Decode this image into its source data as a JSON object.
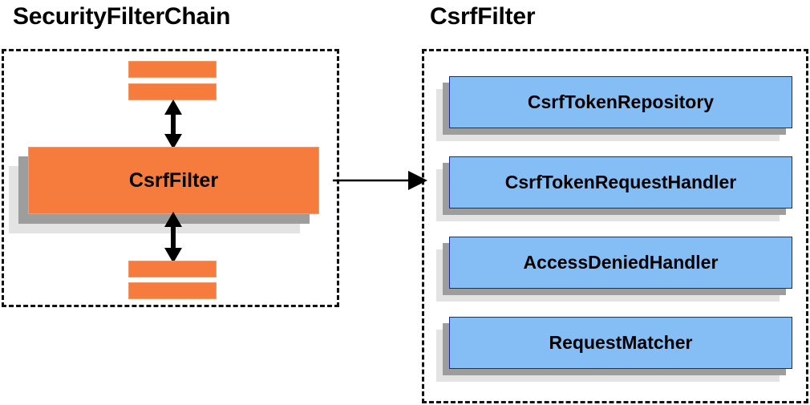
{
  "diagram": {
    "title_left": "SecurityFilterChain",
    "title_right": "CsrfFilter",
    "colors": {
      "orange_fill": "#f57c3c",
      "orange_border": "#e8a07a",
      "blue_fill": "#85bdf5",
      "blue_border": "#17279c",
      "shadow_near": "#9d9d9d",
      "shadow_far": "#e3e3e3",
      "outline": "#111111",
      "arrow": "#000000",
      "background": "#ffffff"
    }
  },
  "filter_chain": {
    "focused_filter": "CsrfFilter",
    "bars_above": [
      "",
      ""
    ],
    "bars_below": [
      "",
      ""
    ],
    "arrows": [
      {
        "name": "arrow-up",
        "direction": "bidirectional-vertical"
      },
      {
        "name": "arrow-down",
        "direction": "bidirectional-vertical"
      },
      {
        "name": "arrow-right",
        "direction": "right"
      }
    ]
  },
  "collaborators": {
    "items": [
      {
        "label": "CsrfTokenRepository"
      },
      {
        "label": "CsrfTokenRequestHandler"
      },
      {
        "label": "AccessDeniedHandler"
      },
      {
        "label": "RequestMatcher"
      }
    ]
  }
}
